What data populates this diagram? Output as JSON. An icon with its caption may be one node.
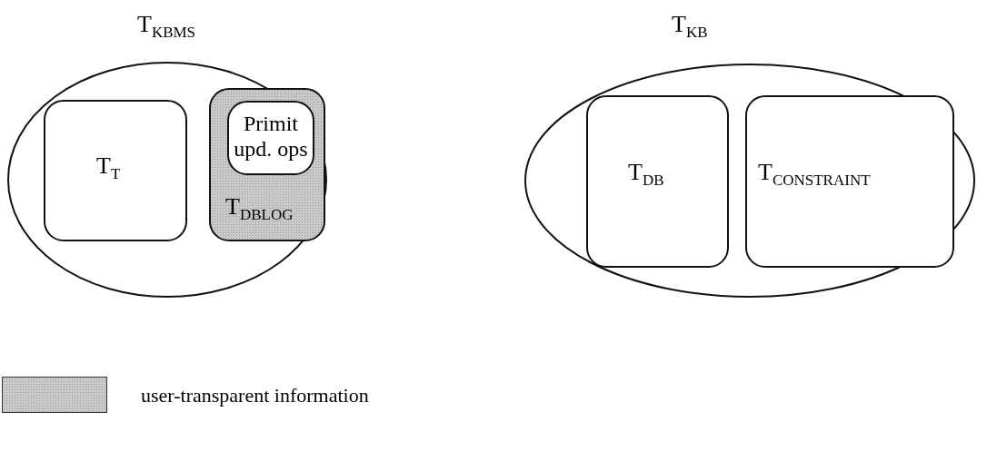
{
  "diagram": {
    "nodes": [
      {
        "text": [
          "T$_{KBMS}$"
        ]
      },
      {
        "text": [
          "T$_{T}$"
        ],
        "in": 0
      },
      {
        "text": [
          "T$_{DBLOG}$"
        ],
        "in": 0
      },
      {
        "text": [
          "Primit upd. ops"
        ],
        "in": 2
      },
      {
        "text": [
          "T$_{KB}$"
        ]
      },
      {
        "text": [
          "T$_{DB}$"
        ],
        "in": 4
      },
      {
        "text": [
          "T$_{CONSTRAINT}$"
        ],
        "in": 4
      }
    ],
    "legend": [
      {
        "text": "user-transparent information",
        "color": "#c9c9c9"
      }
    ]
  }
}
